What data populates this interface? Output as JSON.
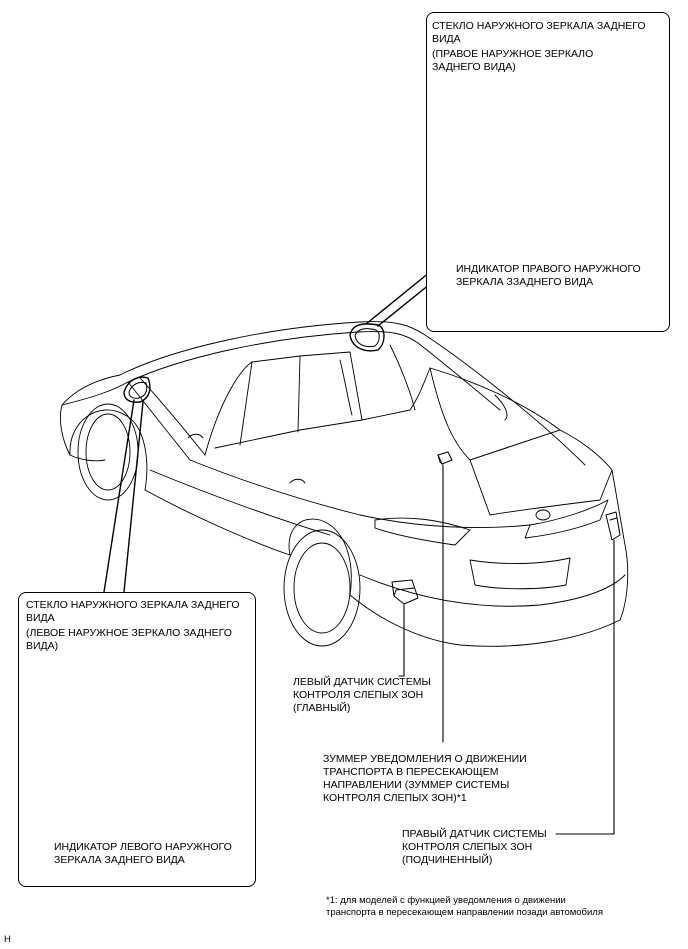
{
  "labels": {
    "right_glass": {
      "line1": "СТЕКЛО НАРУЖНОГО ЗЕРКАЛА ЗАДНЕГО",
      "line2": "ВИДА",
      "line3": "(ПРАВОЕ НАРУЖНОЕ ЗЕРКАЛО",
      "line4": "ЗАДНЕГО ВИДА)"
    },
    "right_indicator": {
      "line1": "ИНДИКАТОР ПРАВОГО НАРУЖНОГО",
      "line2": "ЗЕРКАЛА ЗЗАДНЕГО ВИДА"
    },
    "left_glass": {
      "line1": "СТЕКЛО НАРУЖНОГО ЗЕРКАЛА ЗАДНЕГО",
      "line2": "ВИДА",
      "line3": "(ЛЕВОЕ НАРУЖНОЕ ЗЕРКАЛО ЗАДНЕГО",
      "line4": "ВИДА)"
    },
    "left_indicator": {
      "line1": "ИНДИКАТОР ЛЕВОГО НАРУЖНОГО",
      "line2": "ЗЕРКАЛА ЗАДНЕГО ВИДА"
    },
    "left_sensor": {
      "line1": "ЛЕВЫЙ ДАТЧИК СИСТЕМЫ",
      "line2": "КОНТРОЛЯ СЛЕПЫХ ЗОН",
      "line3": "(ГЛАВНЫЙ)"
    },
    "buzzer": {
      "line1": "ЗУММЕР УВЕДОМЛЕНИЯ О ДВИЖЕНИИ",
      "line2": "ТРАНСПОРТА В ПЕРЕСЕКАЮЩЕМ",
      "line3": "НАПРАВЛЕНИИ (ЗУММЕР СИСТЕМЫ",
      "line4": "КОНТРОЛЯ СЛЕПЫХ ЗОН)*1"
    },
    "right_sensor": {
      "line1": "ПРАВЫЙ ДАТЧИК СИСТЕМЫ",
      "line2": "КОНТРОЛЯ СЛЕПЫХ ЗОН",
      "line3": "(ПОДЧИНЕННЫЙ)"
    }
  },
  "footnote": {
    "line1": "*1: для моделей с функцией уведомления о движении",
    "line2": "транспорта в пересекающем направлении позади автомобиля"
  },
  "corner_mark": "H"
}
